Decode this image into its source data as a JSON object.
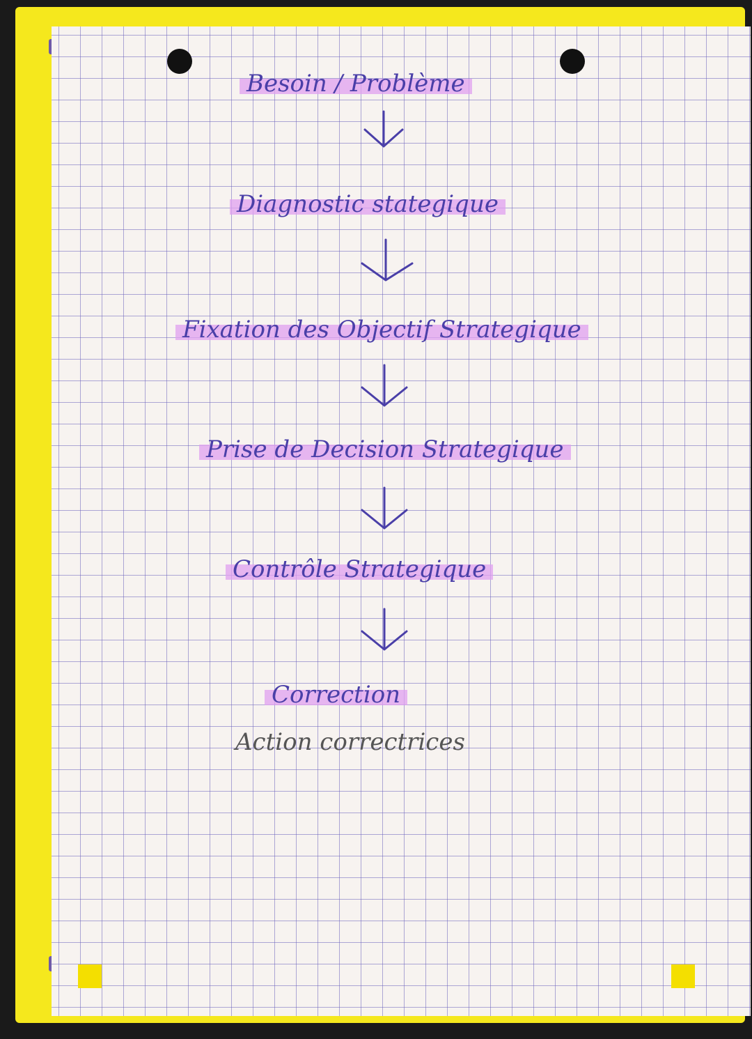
{
  "steps": [
    "Besoin / Problème",
    "Diagnostic stategique",
    "Fixation des Objectif Strategique",
    "Prise de Decision Strategique",
    "Contrôle Strategique",
    "Correction"
  ],
  "note": "Action correctrices",
  "colors": {
    "ink": "#4a3fa8",
    "highlight": "#e0a0f0",
    "card": "#f5e81d",
    "grid": "#6e64be",
    "corner_marks": "#6f5aa8"
  },
  "icons": [
    "arrow-down-icon",
    "binder-hole-icon",
    "corner-mark-icon"
  ]
}
